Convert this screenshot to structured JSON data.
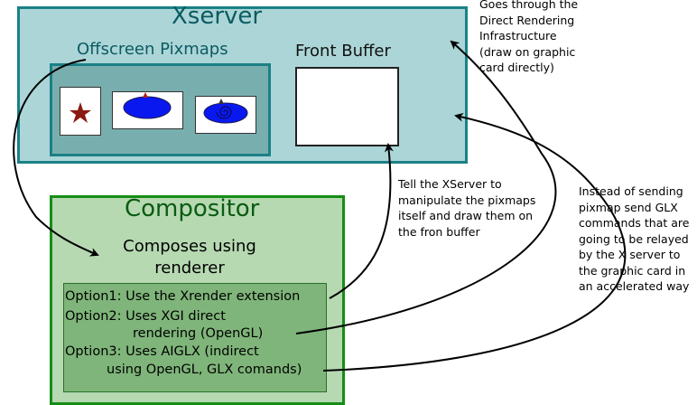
{
  "xserver": {
    "title": "Xserver",
    "offscreen_label": "Offscreen Pixmaps",
    "front_buffer_label": "Front Buffer"
  },
  "compositor": {
    "title": "Compositor",
    "composes_lines": [
      "Composes using",
      "renderer"
    ],
    "options": [
      "Option1: Use the Xrender extension",
      "Option2: Uses XGI direct",
      "rendering (OpenGL)",
      "Option3: Uses AIGLX (indirect",
      "using OpenGL, GLX comands)"
    ]
  },
  "notes": {
    "dri": [
      "Goes through the",
      "Direct Rendering",
      "Infrastructure",
      "(draw on graphic",
      "card directly)"
    ],
    "xrender": [
      "Tell the XServer to",
      "manipulate the pixmaps",
      "itself and draw them on",
      "the fron buffer"
    ],
    "glx": [
      "Instead of sending",
      "pixmap send GLX",
      "commands that are",
      "going to be relayed",
      "by the X server to",
      "the graphic card in",
      "an accelerated way"
    ]
  },
  "colors": {
    "xserver_fill": "#acd5d7",
    "xserver_border": "#1a8187",
    "compositor_fill": "#b6d9b2",
    "compositor_border": "#168d16",
    "star": "#8b1a10",
    "ellipse": "#0a18f0"
  }
}
